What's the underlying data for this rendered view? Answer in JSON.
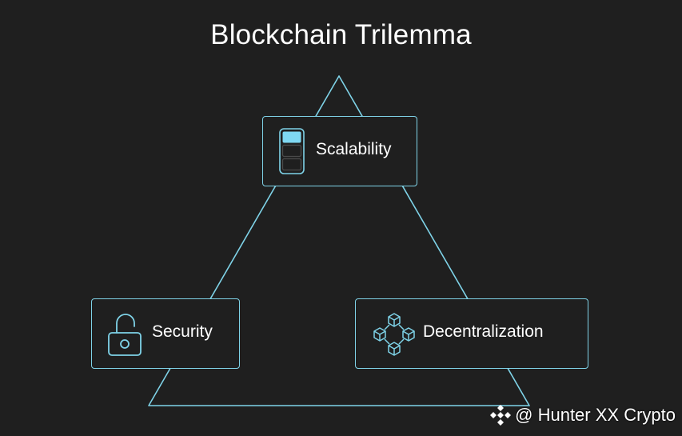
{
  "title": "Blockchain Trilemma",
  "nodes": {
    "top": {
      "label": "Scalability",
      "icon": "battery-bars-icon"
    },
    "left": {
      "label": "Security",
      "icon": "unlocked-padlock-icon"
    },
    "right": {
      "label": "Decentralization",
      "icon": "network-cubes-icon"
    }
  },
  "watermark": {
    "text": "@ Hunter XX Crypto",
    "logo": "binance-diamond-logo"
  },
  "colors": {
    "background": "#1f1f1f",
    "line": "#7fd3e8",
    "accent_fill": "#7fd8f2",
    "text": "#ffffff"
  }
}
